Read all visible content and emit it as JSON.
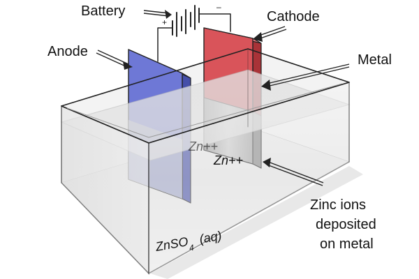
{
  "labels": {
    "battery": "Battery",
    "cathode": "Cathode",
    "anode": "Anode",
    "metal": "Metal",
    "zinc_line1": "Zinc ions",
    "zinc_line2": "deposited",
    "zinc_line3": "on metal",
    "ion_front": "Zn++",
    "ion_back": "Zn++",
    "battery_plus": "+",
    "battery_minus": "–"
  },
  "solution": {
    "formula_main": "ZnSO",
    "formula_sub": "4",
    "state": "(aq)"
  },
  "colors": {
    "anode_face": "#6e78d6",
    "anode_side": "#454fa9",
    "cathode_face": "#d9545a",
    "cathode_side": "#a93338",
    "outline": "#222222"
  }
}
